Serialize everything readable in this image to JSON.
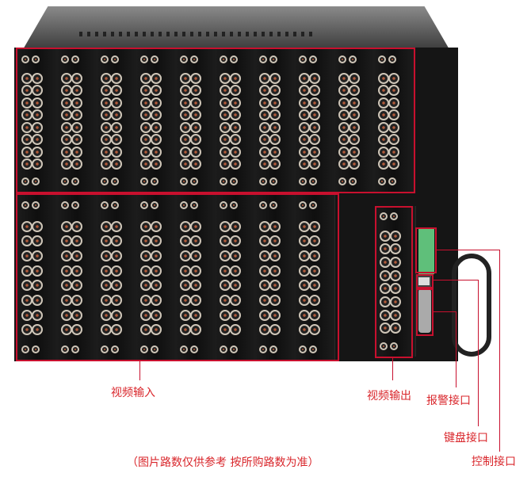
{
  "labels": {
    "video_input": "视频输入",
    "video_output": "视频输出",
    "alarm_port": "报警接口",
    "keyboard_port": "键盘接口",
    "control_port": "控制接口",
    "footnote": "（图片路数仅供参考 按所购路数为准）"
  },
  "colors": {
    "accent": "#c8102e",
    "label_text": "#d9262b",
    "chassis": "#151515",
    "terminal_block": "#5fbf7a"
  }
}
